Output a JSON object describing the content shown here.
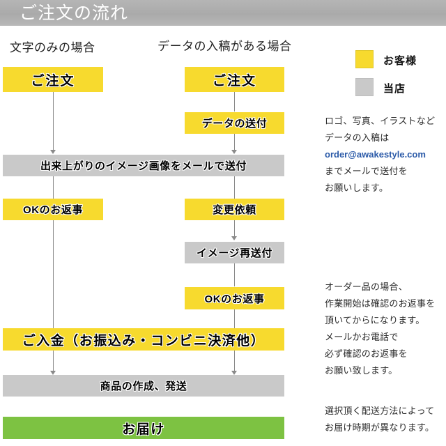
{
  "header": {
    "title": "ご注文の流れ"
  },
  "columns": {
    "left_caption": "文字のみの場合",
    "right_caption": "データの入稿がある場合"
  },
  "legend": {
    "items": [
      {
        "swatch": "customer",
        "color": "#f7da2e",
        "label": "お客様"
      },
      {
        "swatch": "shop",
        "color": "#c9c9c9",
        "label": "当店"
      }
    ]
  },
  "flow": {
    "left": [
      {
        "label": "ご注文",
        "role": "customer"
      },
      {
        "label": "OKのお返事",
        "role": "customer"
      }
    ],
    "right": [
      {
        "label": "ご注文",
        "role": "customer"
      },
      {
        "label": "データの送付",
        "role": "customer"
      },
      {
        "label": "変更依頼",
        "role": "customer"
      },
      {
        "label": "イメージ再送付",
        "role": "shop"
      },
      {
        "label": "OKのお返事",
        "role": "customer"
      }
    ],
    "shared": [
      {
        "label": "出来上がりのイメージ画像をメールで送付",
        "role": "shop"
      },
      {
        "label": "ご入金（お振込み・コンビニ決済他）",
        "role": "customer"
      },
      {
        "label": "商品の作成、発送",
        "role": "shop"
      },
      {
        "label": "お届け",
        "role": "deliver"
      }
    ]
  },
  "notes": {
    "data_submission": {
      "line1": "ロゴ、写真、イラストなど",
      "line2": "データの入稿は",
      "email": "order@awakestyle.com",
      "line3": "までメールで送付を",
      "line4": "お願いします。"
    },
    "order_confirm": {
      "line1": "オーダー品の場合、",
      "line2": "作業開始は確認のお返事を",
      "line3": "頂いてからになります。",
      "line4": "メールかお電話で",
      "line5": "必ず確認のお返事を",
      "line6": "お願い致します。"
    },
    "delivery": {
      "line1": "選択頂く配送方法によって",
      "line2": "お届け時期が異なります。"
    }
  },
  "colors": {
    "customer": "#f7da2e",
    "shop": "#c9c9c9",
    "deliver": "#7dc242",
    "header": "#b0b0b0",
    "email_link": "#2b5aa8",
    "connector": "#8a8a8a"
  }
}
